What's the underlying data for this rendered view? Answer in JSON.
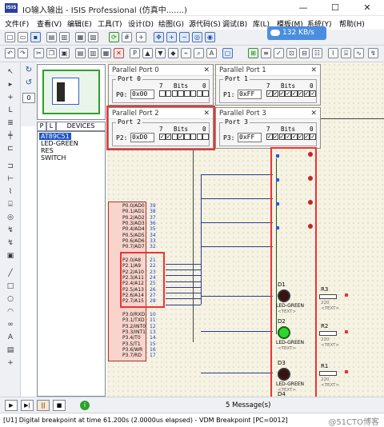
{
  "window": {
    "app_icon": "ISIS",
    "title": "IO输入输出 - ISIS Professional (仿真中.......)",
    "minimize": "—",
    "maximize": "☐",
    "close": "✕"
  },
  "menu": [
    "文件(F)",
    "查看(V)",
    "编辑(E)",
    "工具(T)",
    "设计(D)",
    "绘图(G)",
    "源代码(S)",
    "调试(B)",
    "库(L)",
    "模板(M)",
    "系统(Y)",
    "帮助(H)"
  ],
  "network_badge": "132 KB/s",
  "toolbar_icons": [
    "new-file-icon",
    "open-folder-icon",
    "save-icon",
    "print-icon",
    "refresh-icon",
    "grid-icon",
    "origin-icon",
    "pan-icon",
    "zoom-in-icon",
    "zoom-out-icon",
    "zoom-all-icon",
    "zoom-area-icon"
  ],
  "rotation": {
    "cw": "↻",
    "ccw": "↺",
    "angle": "0"
  },
  "devices": {
    "tabs": [
      "P",
      "L"
    ],
    "header": "DEVICES",
    "items": [
      "AT89C51",
      "LED-GREEN",
      "RES",
      "SWITCH"
    ],
    "selected_index": 0
  },
  "ports": [
    {
      "title": "Parallel Port 0",
      "group": "Port 0",
      "label": "P0:",
      "value": "0x00",
      "bit_high": "7",
      "bits_label": "Bits",
      "bit_low": "0",
      "bits": [
        0,
        0,
        0,
        0,
        0,
        0,
        0,
        0
      ]
    },
    {
      "title": "Parallel Port 1",
      "group": "Port 1",
      "label": "P1:",
      "value": "0xFF",
      "bit_high": "7",
      "bits_label": "Bits",
      "bit_low": "0",
      "bits": [
        1,
        1,
        1,
        1,
        1,
        1,
        1,
        1
      ]
    },
    {
      "title": "Parallel Port 2",
      "group": "Port 2",
      "label": "P2:",
      "value": "0xD0",
      "bit_high": "7",
      "bits_label": "Bits",
      "bit_low": "0",
      "bits": [
        1,
        1,
        0,
        1,
        0,
        0,
        0,
        0
      ]
    },
    {
      "title": "Parallel Port 3",
      "group": "Port 3",
      "label": "P3:",
      "value": "0xFF",
      "bit_high": "7",
      "bits_label": "Bits",
      "bit_low": "0",
      "bits": [
        1,
        1,
        1,
        1,
        1,
        1,
        1,
        1
      ]
    }
  ],
  "mcu": {
    "p0_pins": [
      "P0.0/AD0",
      "P0.1/AD1",
      "P0.2/AD2",
      "P0.3/AD3",
      "P0.4/AD4",
      "P0.5/AD5",
      "P0.6/AD6",
      "P0.7/AD7"
    ],
    "p0_nums": [
      "39",
      "38",
      "37",
      "36",
      "35",
      "34",
      "33",
      "32"
    ],
    "p2_pins": [
      "P2.0/A8",
      "P2.1/A9",
      "P2.2/A10",
      "P2.3/A11",
      "P2.4/A12",
      "P2.5/A13",
      "P2.6/A14",
      "P2.7/A15"
    ],
    "p2_nums": [
      "21",
      "22",
      "23",
      "24",
      "25",
      "26",
      "27",
      "28"
    ],
    "p3_pins": [
      "P3.0/RXD",
      "P3.1/TXD",
      "P3.2/INT0",
      "P3.3/INT1",
      "P3.4/T0",
      "P3.5/T1",
      "P3.6/WR",
      "P3.7/RD"
    ],
    "p3_nums": [
      "10",
      "11",
      "12",
      "13",
      "14",
      "15",
      "16",
      "17"
    ]
  },
  "leds": [
    {
      "ref": "D1",
      "type": "LED-GREEN",
      "text": "<TEXT>",
      "on": false
    },
    {
      "ref": "D2",
      "type": "LED-GREEN",
      "text": "<TEXT>",
      "on": true
    },
    {
      "ref": "D3",
      "type": "LED-GREEN",
      "text": "<TEXT>",
      "on": false
    },
    {
      "ref": "D4",
      "type": "",
      "text": "",
      "on": false
    }
  ],
  "resistors": [
    {
      "ref": "R3",
      "value": "220",
      "text": "<TEXT>"
    },
    {
      "ref": "R2",
      "value": "220",
      "text": "<TEXT>"
    },
    {
      "ref": "R1",
      "value": "220",
      "text": "<TEXT>"
    }
  ],
  "controls": {
    "play": "▶",
    "step": "▶|",
    "pause": "||",
    "stop": "■",
    "info": "i"
  },
  "message_count": "5 Message(s)",
  "status": "[U1] Digital breakpoint at time 61.200s (2.0000us elapsed) - VDM Breakpoint [PC=0012]",
  "watermark": "@51CTO博客"
}
